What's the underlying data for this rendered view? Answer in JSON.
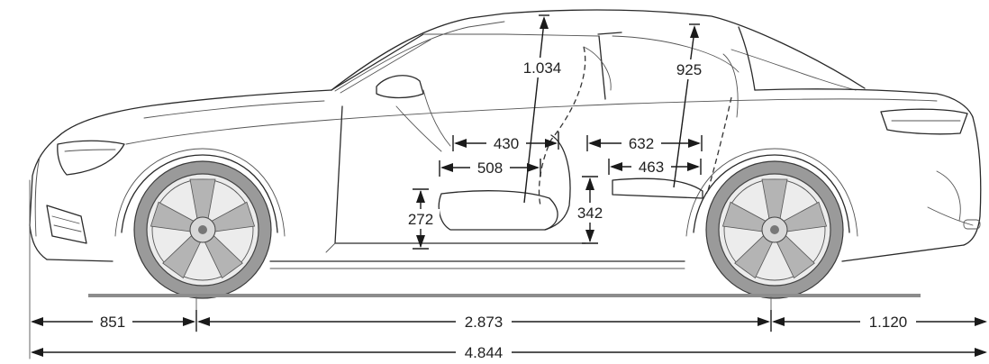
{
  "diagram": {
    "measurements": {
      "front_headroom": "1.034",
      "rear_headroom": "925",
      "front_legroom_upper": "430",
      "front_legroom_lower": "508",
      "front_seat_height": "272",
      "rear_legroom_upper": "632",
      "rear_legroom_lower": "463",
      "rear_seat_height": "342",
      "front_overhang": "851",
      "wheelbase": "2.873",
      "rear_overhang": "1.120",
      "overall_length": "4.844"
    }
  }
}
